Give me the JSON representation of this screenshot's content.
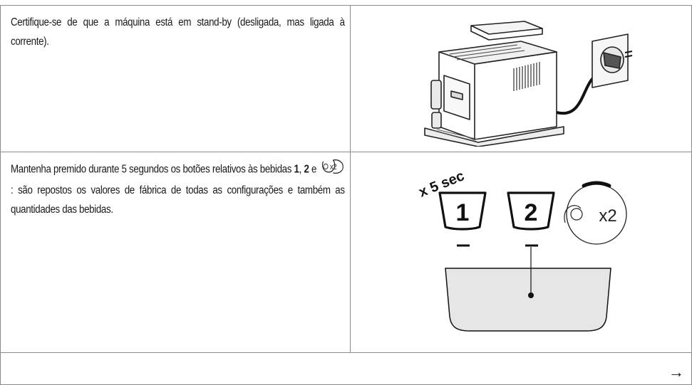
{
  "row1": {
    "text": "Certifique-se de que a máquina está em stand-by (desligada, mas ligada à corrente)."
  },
  "row2": {
    "text_a": "Mantenha premido durante 5 segundos os botões relativos às bebidas ",
    "bold_1": "1",
    "sep_1": ", ",
    "bold_2": "2",
    "sep_2": " e ",
    "inline_icon_label": "x2",
    "text_b": ": são repostos os valores de fábrica de todas as configurações e também as quantidades das bebidas.",
    "illustration": {
      "hold_label": "x 5 sec",
      "button_1": "1",
      "button_2": "2",
      "button_3_label": "x2"
    }
  },
  "footer": {
    "next_icon": "arrow-right-icon",
    "next_glyph": "→"
  }
}
